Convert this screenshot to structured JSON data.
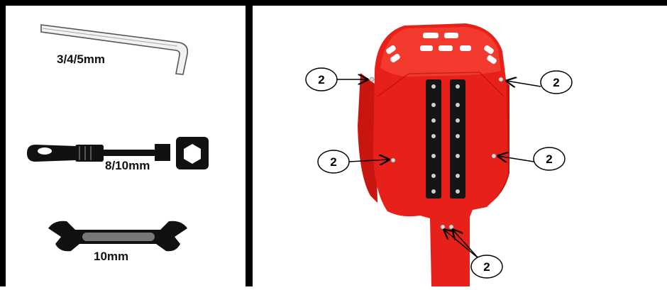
{
  "tools": [
    {
      "icon": "hex-key-icon",
      "label": "3/4/5mm"
    },
    {
      "icon": "screwdriver-socket-icon",
      "label": "8/10mm"
    },
    {
      "icon": "open-end-wrench-icon",
      "label": "10mm"
    }
  ],
  "callouts": [
    {
      "label": "2"
    },
    {
      "label": "2"
    },
    {
      "label": "2"
    },
    {
      "label": "2"
    },
    {
      "label": "2"
    }
  ],
  "colors": {
    "guard": "#e8201a",
    "guard_dark": "#b8120e",
    "rails": "#151515",
    "border": "#000000"
  }
}
